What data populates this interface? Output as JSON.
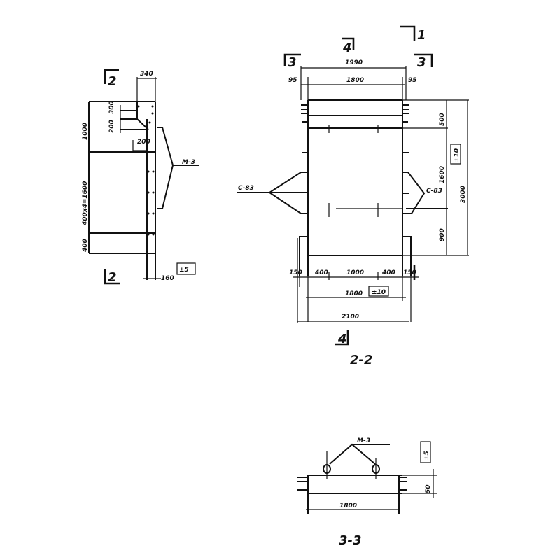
{
  "side_view": {
    "section_mark_top": "2",
    "section_mark_bottom": "2",
    "dim_width": "340",
    "dim_upper": "1000",
    "dim_middle": "400x4=1600",
    "dim_lower": "400",
    "dim_300": "300",
    "dim_200": "200",
    "dim_200b": "200",
    "dim_plate": "160",
    "tolerance": "±5",
    "leader_label": "M-3"
  },
  "front_view": {
    "section_mark_4_top": "4",
    "section_mark_1": "1",
    "section_mark_3_left": "3",
    "section_mark_3_right": "3",
    "section_mark_4_bottom": "4",
    "dim_overall_top": "1990",
    "dim_inner_top": "1800",
    "dim_offset_left": "95",
    "dim_offset_right": "95",
    "dim_right_500": "500",
    "dim_right_1600": "1600",
    "dim_right_900": "900",
    "dim_right_total": "3000",
    "tolerance_right": "±10",
    "label_left": "C-83",
    "label_right": "C-83",
    "dims_bottom": [
      "150",
      "400",
      "1000",
      "400",
      "150"
    ],
    "dim_bottom_1800": "1800",
    "tolerance_bottom": "±10",
    "dim_bottom_2100": "2100",
    "caption": "2-2"
  },
  "section_3_3": {
    "leader_label": "M-3",
    "dim_width": "1800",
    "dim_height": "50",
    "tolerance": "±5",
    "caption": "3-3"
  }
}
